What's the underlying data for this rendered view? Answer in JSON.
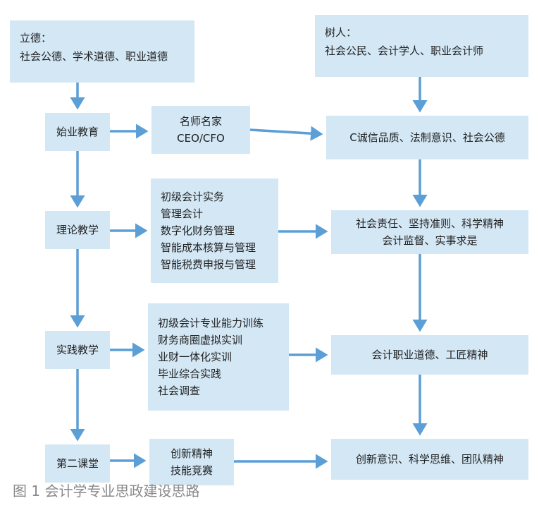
{
  "nodes": {
    "lide": {
      "lines": [
        "立德：",
        "社会公德、学术道德、职业道德"
      ]
    },
    "shuren": {
      "lines": [
        "树人：",
        "社会公民、会计学人、职业会计师"
      ]
    },
    "shiye": {
      "lines": [
        "始业教育"
      ]
    },
    "mingshi": {
      "lines": [
        "名师名家",
        "CEO/CFO"
      ]
    },
    "chengxin": {
      "lines": [
        "C诚信品质、法制意识、社会公德"
      ]
    },
    "lilun": {
      "lines": [
        "理论教学"
      ]
    },
    "courses": {
      "lines": [
        "初级会计实务",
        "管理会计",
        "数字化财务管理",
        "智能成本核算与管理",
        "智能税费申报与管理"
      ]
    },
    "zeren": {
      "lines": [
        "社会责任、坚持准则、科学精神",
        "会计监督、实事求是"
      ]
    },
    "shijian": {
      "lines": [
        "实践教学"
      ]
    },
    "training": {
      "lines": [
        "初级会计专业能力训练",
        "财务商圈虚拟实训",
        "业财一体化实训",
        "毕业综合实践",
        "社会调查"
      ]
    },
    "daode": {
      "lines": [
        "会计职业道德、工匠精神"
      ]
    },
    "dierketang": {
      "lines": [
        "第二课堂"
      ]
    },
    "chuangxin": {
      "lines": [
        "创新精神",
        "技能竞赛"
      ]
    },
    "yishi": {
      "lines": [
        "创新意识、科学思维、团队精神"
      ]
    }
  },
  "caption": "图 1 会计学专业思政建设思路",
  "colors": {
    "box": "#d3e7f5",
    "arrow": "#5b9fd6",
    "caption": "#8a8a8a"
  }
}
